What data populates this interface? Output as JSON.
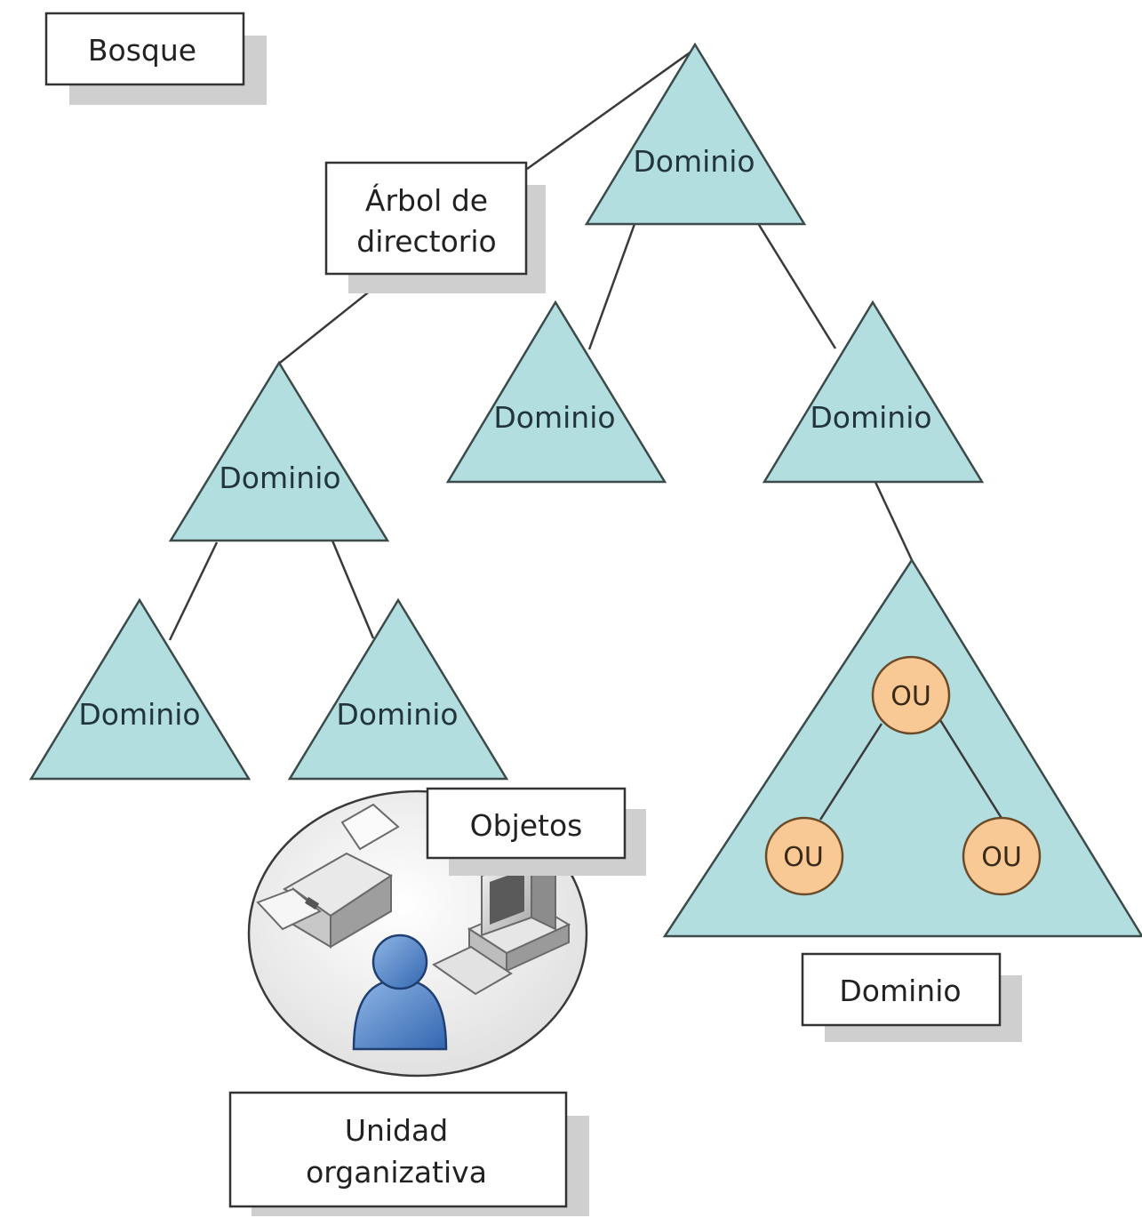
{
  "labels": {
    "forest": "Bosque",
    "tree_line1": "Árbol de",
    "tree_line2": "directorio",
    "objects": "Objetos",
    "domain_caption": "Dominio",
    "ou_caption_line1": "Unidad",
    "ou_caption_line2": "organizativa"
  },
  "domains": {
    "root": "Dominio",
    "child_left": "Dominio",
    "child_right": "Dominio",
    "tree2_root": "Dominio",
    "leaf_left": "Dominio",
    "leaf_right": "Dominio"
  },
  "ou_nodes": {
    "top": "OU",
    "left": "OU",
    "right": "OU"
  },
  "icons": [
    "printer-icon",
    "computer-icon",
    "user-icon"
  ],
  "colors": {
    "domain_fill": "#b3dedf",
    "ou_fill": "#f9c995",
    "box_shadow": "#cfcfcf"
  }
}
